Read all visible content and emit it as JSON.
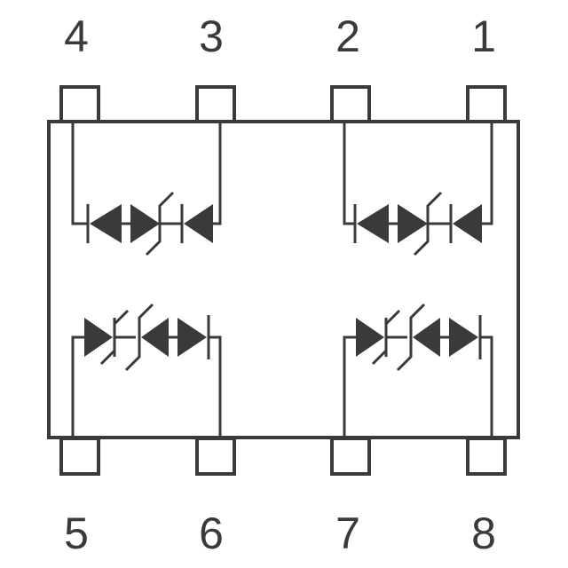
{
  "pins": {
    "top": [
      "4",
      "3",
      "2",
      "1"
    ],
    "bottom": [
      "5",
      "6",
      "7",
      "8"
    ]
  },
  "colors": {
    "stroke": "#3a3a3a",
    "background": "#ffffff"
  }
}
